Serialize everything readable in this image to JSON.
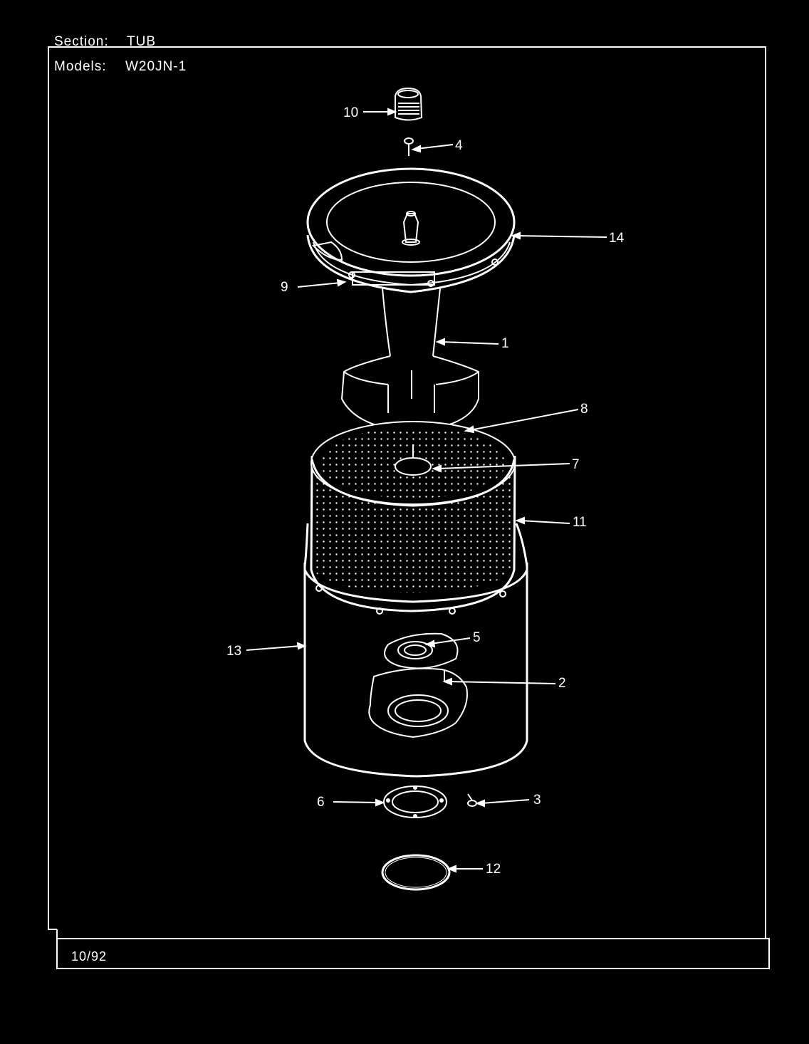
{
  "header": {
    "section_label": "Section:",
    "section_value": "TUB",
    "models_label": "Models:",
    "models_value": "W20JN-1"
  },
  "footer": {
    "date": "10/92"
  },
  "callouts": {
    "c1": "1",
    "c2": "2",
    "c3": "3",
    "c4": "4",
    "c5": "5",
    "c6": "6",
    "c7": "7",
    "c8": "8",
    "c9": "9",
    "c10": "10",
    "c11": "11",
    "c12": "12",
    "c13": "13",
    "c14": "14"
  },
  "colors": {
    "background": "#000000",
    "line": "#ffffff"
  }
}
